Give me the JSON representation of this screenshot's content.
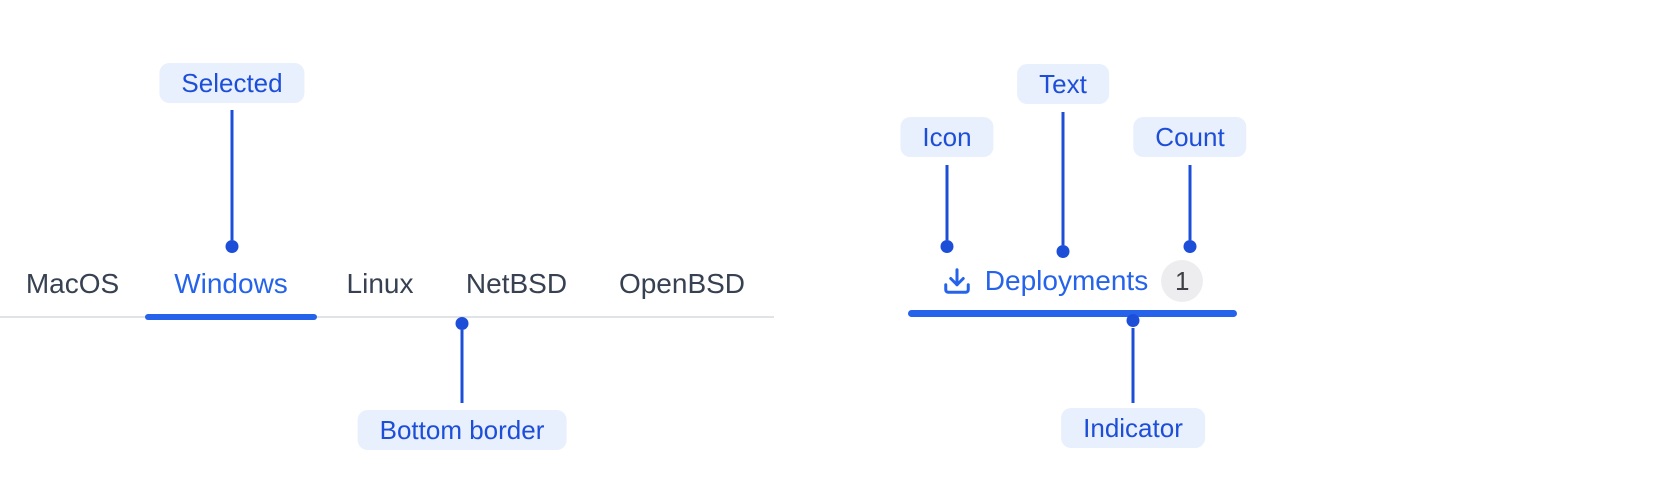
{
  "colors": {
    "annotation_blue": "#1d4ed8",
    "annotation_pill_bg": "#e8effd",
    "tab_active_blue": "#2563eb",
    "tab_inactive_text": "#374151",
    "tab_border_gray": "#e2e3e6",
    "badge_bg": "#ededef",
    "badge_text": "#3f3f46",
    "page_bg": "#ffffff"
  },
  "os_tabs": {
    "items": [
      {
        "label": "MacOS",
        "selected": false
      },
      {
        "label": "Windows",
        "selected": true
      },
      {
        "label": "Linux",
        "selected": false
      },
      {
        "label": "NetBSD",
        "selected": false
      },
      {
        "label": "OpenBSD",
        "selected": false
      }
    ],
    "callouts": {
      "selected": {
        "label": "Selected"
      },
      "bottom_border": {
        "label": "Bottom border"
      }
    }
  },
  "deployments_tab": {
    "icon": "download-icon",
    "label": "Deployments",
    "count": "1",
    "callouts": {
      "icon": {
        "label": "Icon"
      },
      "text": {
        "label": "Text"
      },
      "count": {
        "label": "Count"
      },
      "indicator": {
        "label": "Indicator"
      }
    }
  }
}
